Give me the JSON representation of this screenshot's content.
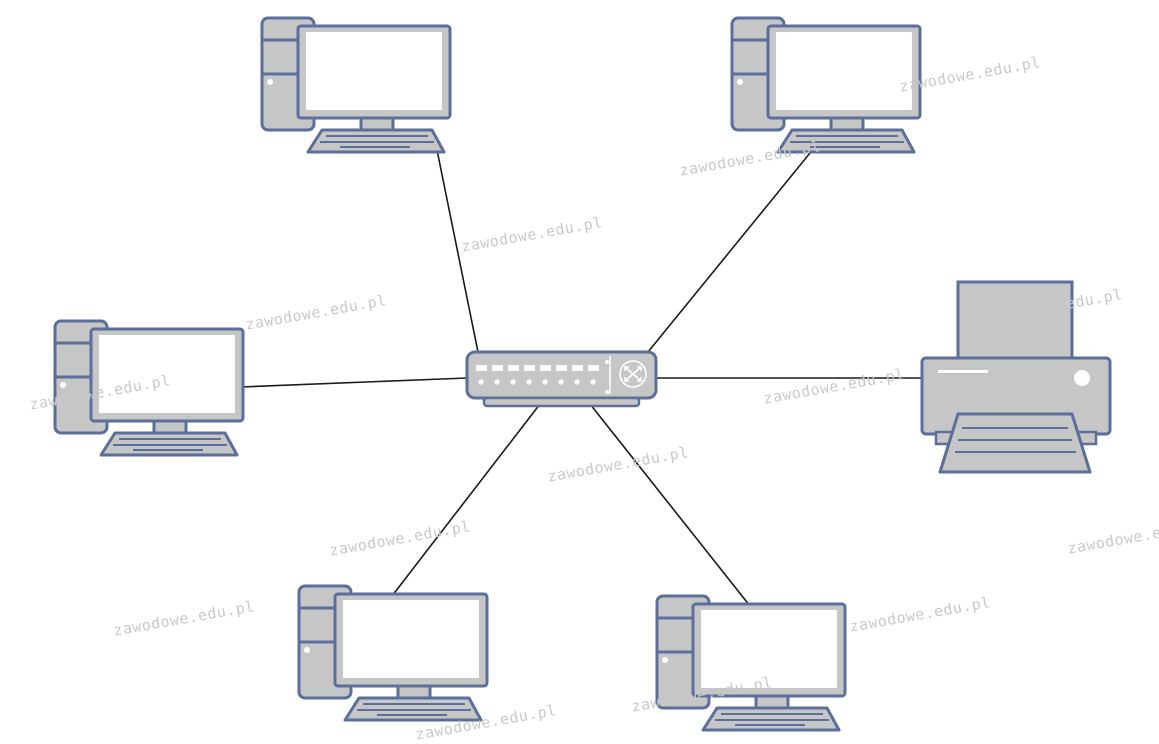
{
  "diagram": {
    "topology": "star",
    "center_device": "network-switch",
    "devices": [
      {
        "id": "pc-top-left",
        "type": "computer",
        "icon": "desktop-computer-icon"
      },
      {
        "id": "pc-top-right",
        "type": "computer",
        "icon": "desktop-computer-icon"
      },
      {
        "id": "pc-left",
        "type": "computer",
        "icon": "desktop-computer-icon"
      },
      {
        "id": "printer-right",
        "type": "printer",
        "icon": "printer-icon"
      },
      {
        "id": "pc-bottom-left",
        "type": "computer",
        "icon": "desktop-computer-icon"
      },
      {
        "id": "pc-bottom-right",
        "type": "computer",
        "icon": "desktop-computer-icon"
      }
    ],
    "switch": {
      "id": "network-switch",
      "icon": "network-switch-icon"
    },
    "colors": {
      "outline": "#5a6f9a",
      "fill": "#c6c6c6",
      "screen": "#ffffff",
      "link": "#1a1a1a",
      "watermark": "#c9c9c9"
    }
  },
  "watermark": {
    "text": "zawodowe.edu.pl"
  }
}
